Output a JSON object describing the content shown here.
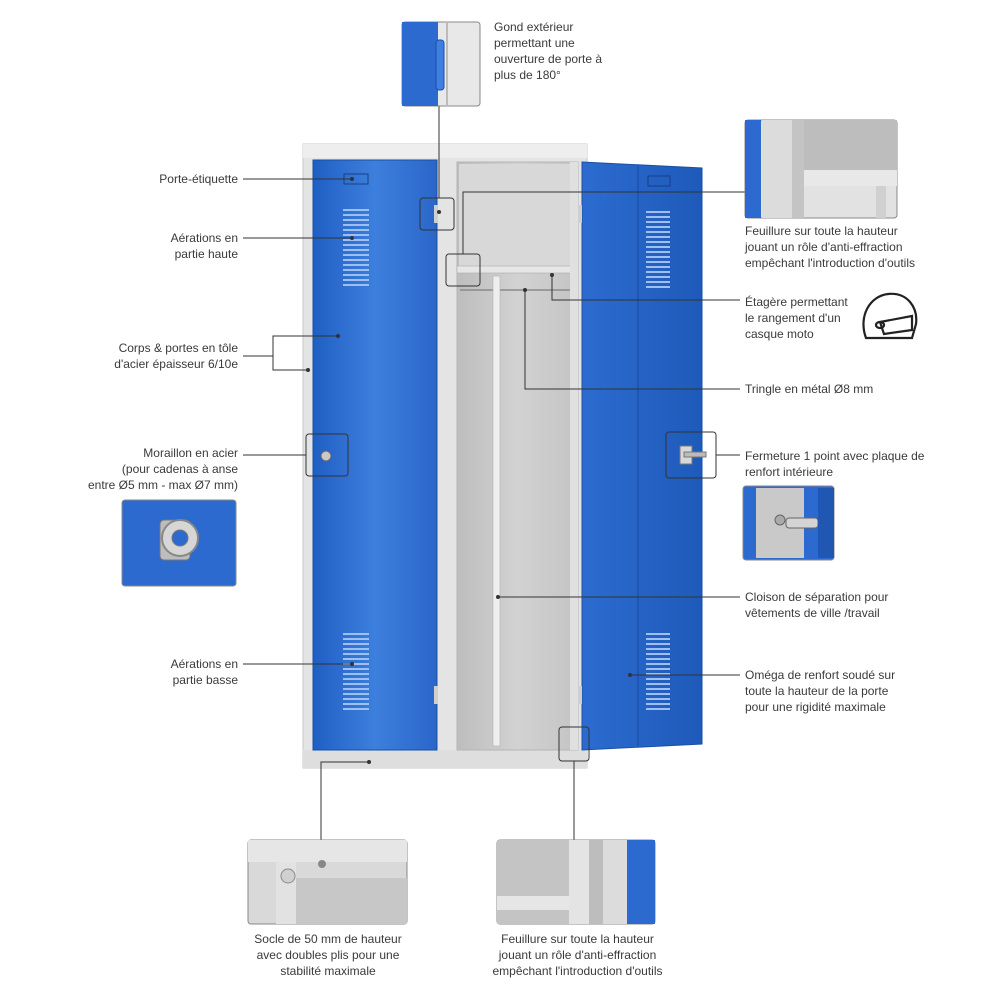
{
  "labels": {
    "hinge": "Gond extérieur\npermettant une\nouverture de porte à\nplus de 180°",
    "label_holder": "Porte-étiquette",
    "vents_top": "Aérations en\npartie haute",
    "body": "Corps & portes en tôle\nd'acier épaisseur 6/10e",
    "hasp": "Moraillon en acier\n(pour cadenas à anse\nentre Ø5 mm - max Ø7 mm)",
    "vents_bottom": "Aérations en\npartie basse",
    "rebate_top": "Feuillure sur toute la hauteur\njouant un rôle d'anti-effraction\nempêchant l'introduction d'outils",
    "shelf": "Étagère permettant\nle rangement d'un\ncasque moto",
    "rod": "Tringle en métal Ø8 mm",
    "lock": "Fermeture 1 point avec plaque de\nrenfort intérieure",
    "partition": "Cloison de séparation pour\nvêtements de ville /travail",
    "omega": "Oméga de renfort soudé sur\ntoute la hauteur de la porte\npour une rigidité maximale",
    "base": "Socle de 50 mm de hauteur\navec doubles plis pour une\nstabilité maximale",
    "rebate_bottom": "Feuillure sur toute la hauteur\njouant un rôle d'anti-effraction\nempêchant l'introduction d'outils"
  },
  "icons": [
    "helmet-icon"
  ],
  "colors": {
    "door_blue": "#2f6fd0",
    "body_grey": "#dcdcdc",
    "interior_grey": "#c9c9c9"
  }
}
